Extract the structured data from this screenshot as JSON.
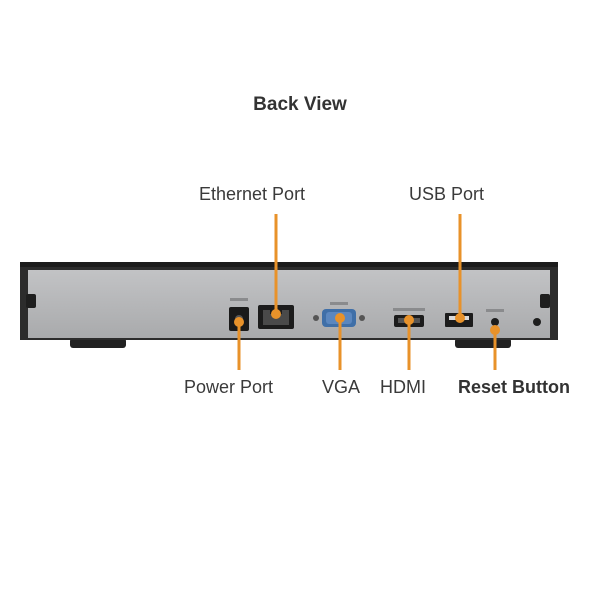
{
  "title": "Back View",
  "labels": {
    "ethernet": "Ethernet Port",
    "usb": "USB Port",
    "power": "Power Port",
    "vga": "VGA",
    "hdmi": "HDMI",
    "reset": "Reset Button"
  },
  "colors": {
    "callout": "#e8922a",
    "chassis_top": "#2c2c2c",
    "panel": "#b5b6b8",
    "port_dark": "#1e1e1e",
    "vga_blue": "#3f6fa8"
  }
}
